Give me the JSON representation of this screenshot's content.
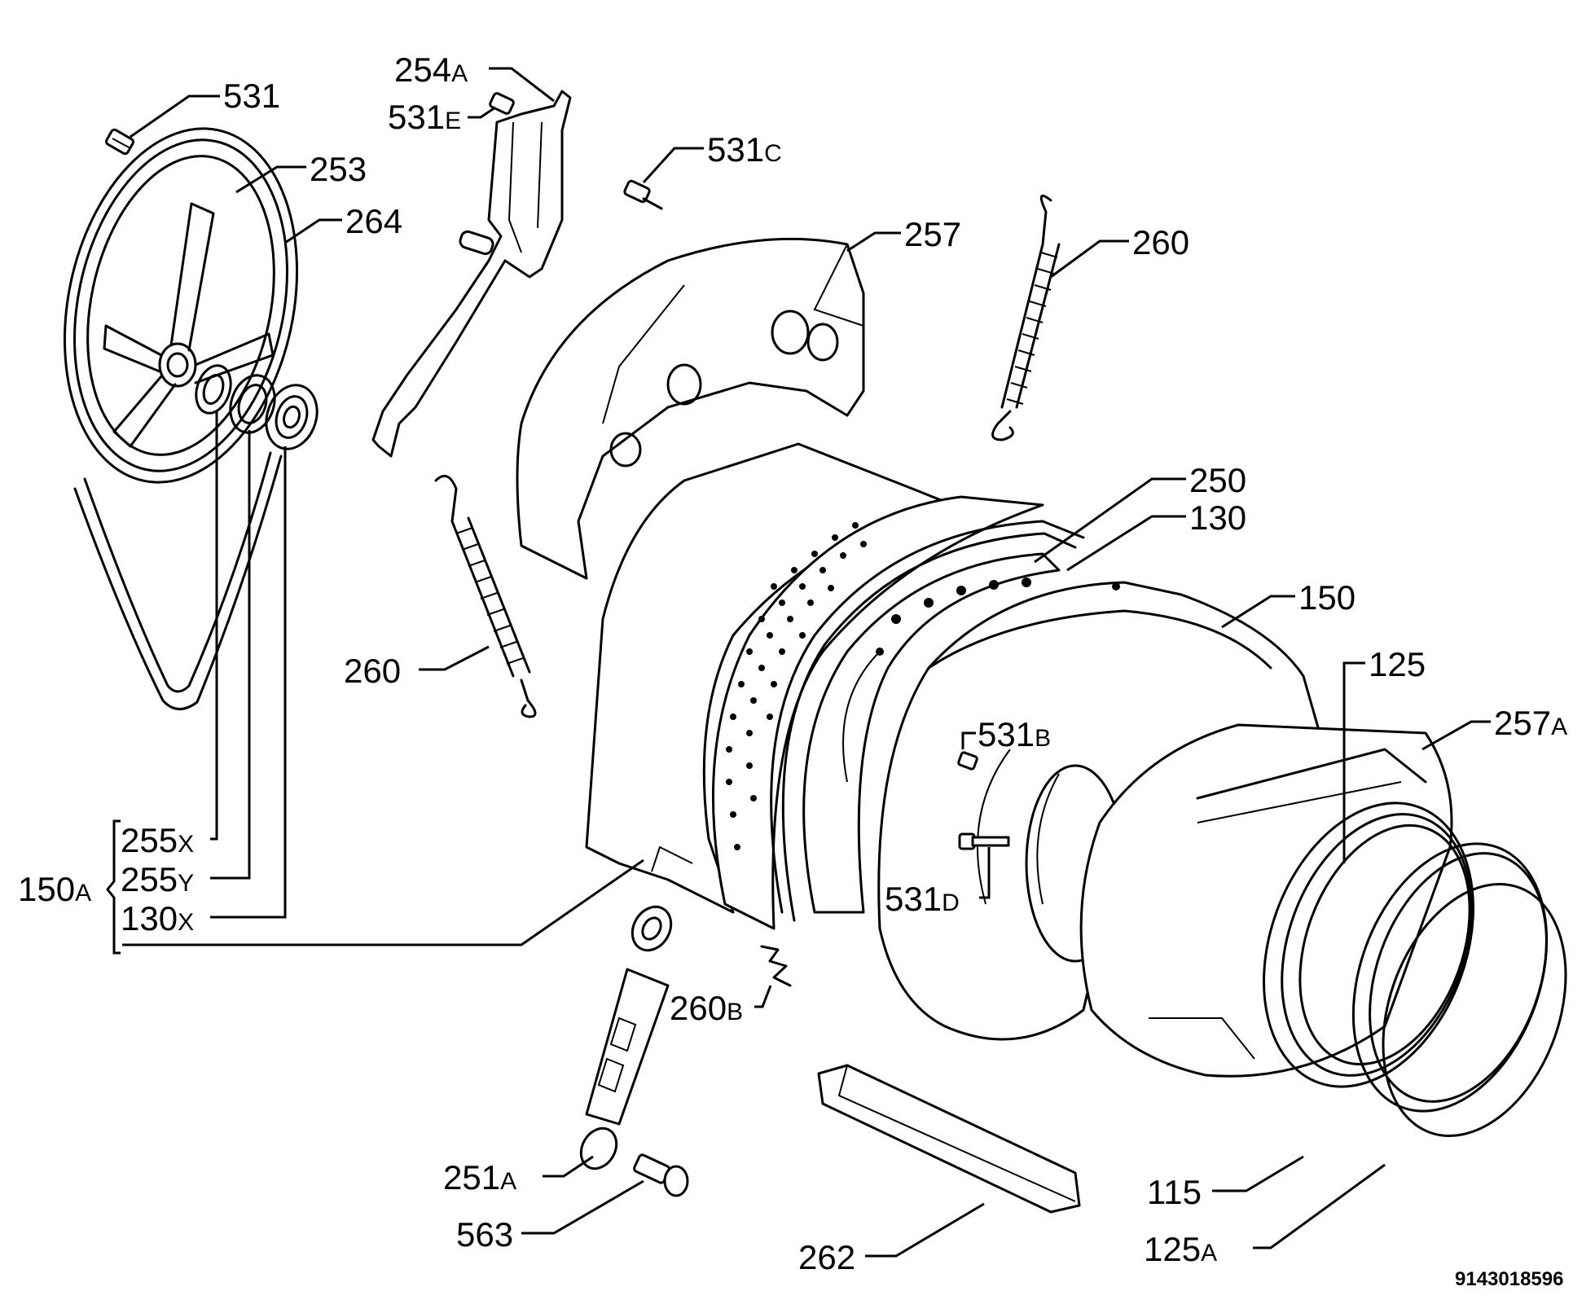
{
  "labels": {
    "p531": "531",
    "p254": "254",
    "p254s": "A",
    "p531e": "531",
    "p531es": "E",
    "p531c": "531",
    "p531cs": "C",
    "p253": "253",
    "p264": "264",
    "p257": "257",
    "p260a": "260",
    "p260b": "260",
    "p250": "250",
    "p130": "130",
    "p150": "150",
    "p125": "125",
    "p257a": "257",
    "p257as": "A",
    "p531b": "531",
    "p531bs": "B",
    "p531d": "531",
    "p531ds": "D",
    "p255x": "255",
    "p255xs": "X",
    "p255y": "255",
    "p255ys": "Y",
    "p130x": "130",
    "p130xs": "X",
    "p150a": "150",
    "p150as": "A",
    "p260bb": "260",
    "p260bbs": "B",
    "p251a": "251",
    "p251as": "A",
    "p563": "563",
    "p262": "262",
    "p115": "115",
    "p125a": "125",
    "p125as": "A"
  },
  "drawing_code": "9143018596"
}
